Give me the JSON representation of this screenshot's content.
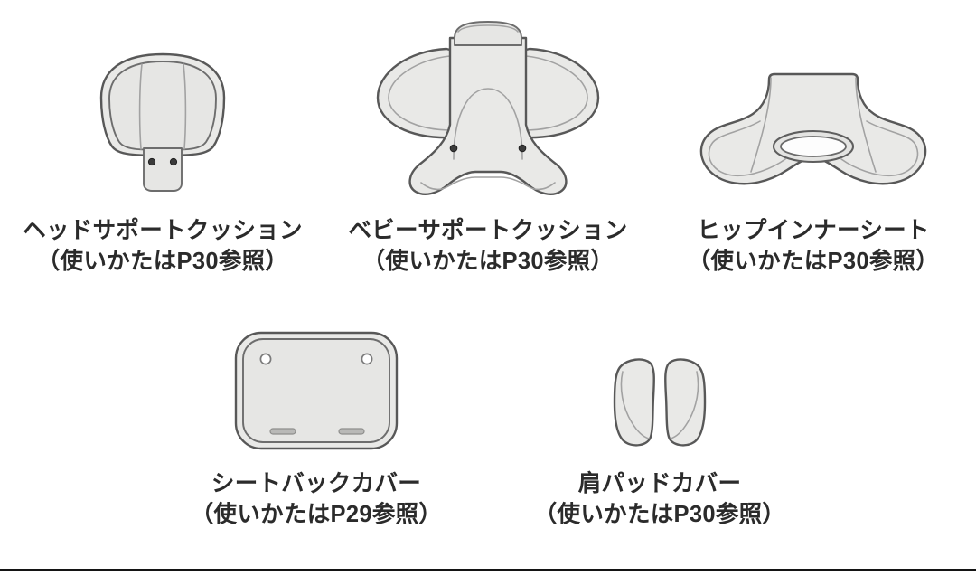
{
  "page": {
    "background_color": "#ffffff",
    "text_color": "#2b2b2b",
    "rule_color": "#141414"
  },
  "parts": {
    "row_top": [
      {
        "id": "head-support-cushion",
        "icon": "head-support-cushion-illustration",
        "name": "ヘッドサポートクッション",
        "reference": "（使いかたはP30参照）"
      },
      {
        "id": "baby-support-cushion",
        "icon": "baby-support-cushion-illustration",
        "name": "ベビーサポートクッション",
        "reference": "（使いかたはP30参照）"
      },
      {
        "id": "hip-inner-seat",
        "icon": "hip-inner-seat-illustration",
        "name": "ヒップインナーシート",
        "reference": "（使いかたはP30参照）"
      }
    ],
    "row_bottom": [
      {
        "id": "seat-back-cover",
        "icon": "seat-back-cover-illustration",
        "name": "シートバックカバー",
        "reference": "（使いかたはP29参照）"
      },
      {
        "id": "shoulder-pad-cover",
        "icon": "shoulder-pad-cover-illustration",
        "name": "肩パッドカバー",
        "reference": "（使いかたはP30参照）"
      }
    ]
  }
}
